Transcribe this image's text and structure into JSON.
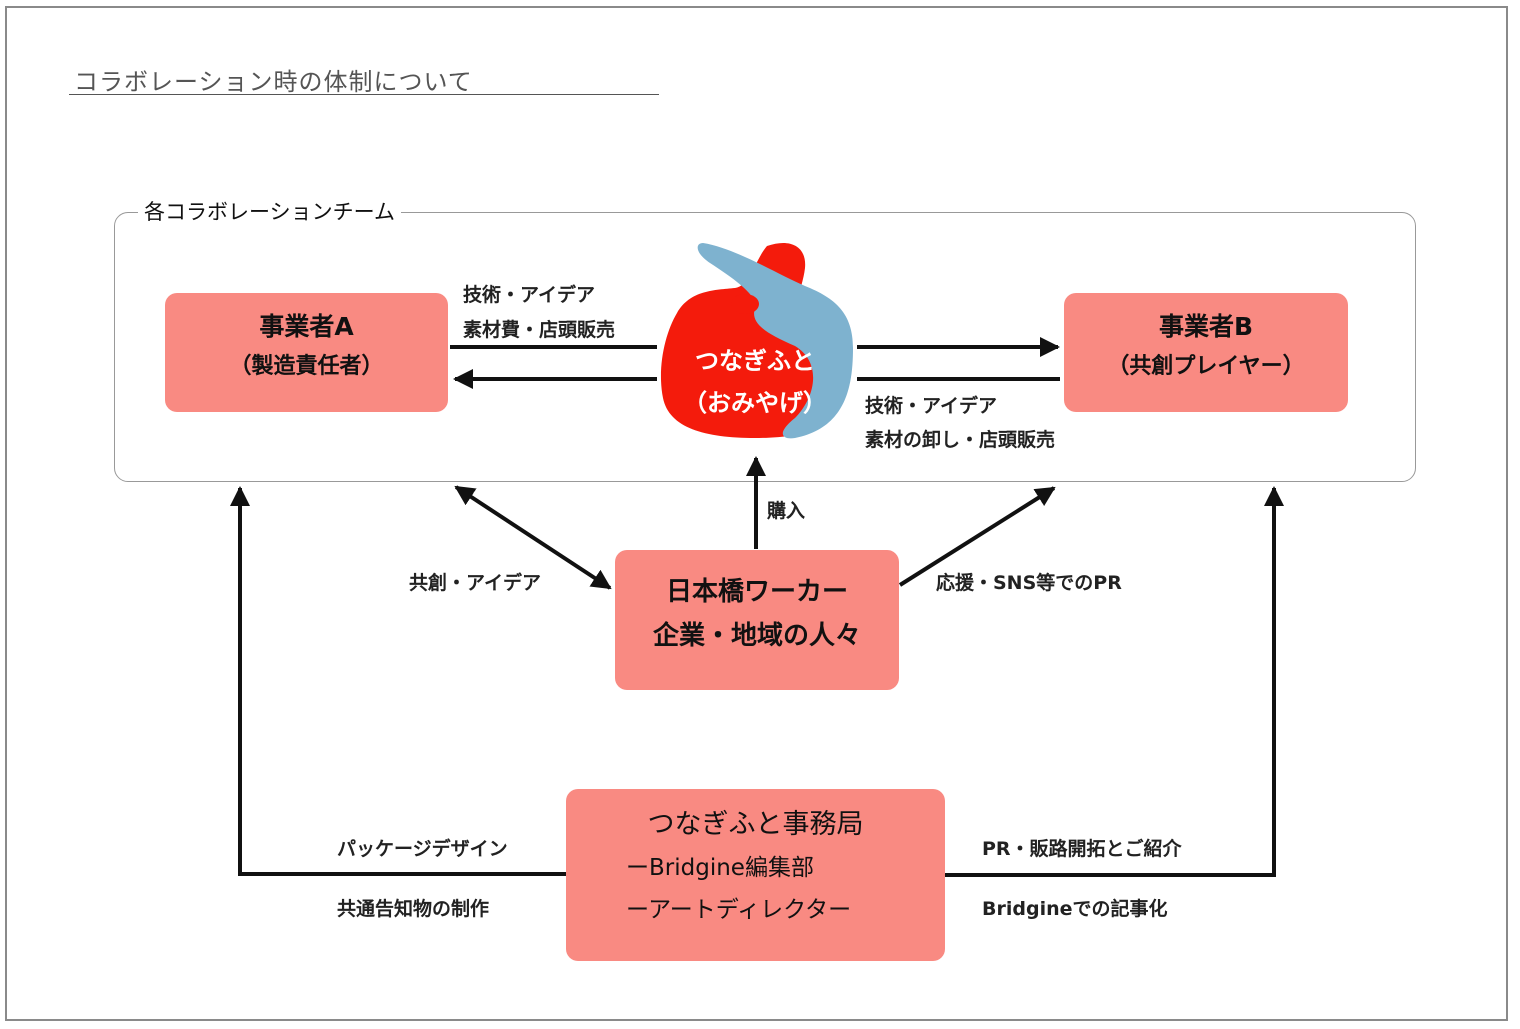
{
  "page_title": "コラボレーション時の体制について",
  "team_label": "各コラボレーションチーム",
  "business_a": {
    "name": "事業者A",
    "role": "（製造責任者）"
  },
  "business_b": {
    "name": "事業者B",
    "role": "（共創プレイヤー）"
  },
  "center": {
    "line1": "つなぎふと",
    "line2": "（おみやげ）"
  },
  "workers": {
    "line1": "日本橋ワーカー",
    "line2": "企業・地域の人々"
  },
  "office": {
    "line1": "つなぎふと事務局",
    "line2": "ーBridgine編集部",
    "line3": "ーアートディレクター"
  },
  "labels": {
    "a_tech": "技術・アイデア",
    "a_materials": "素材費・店頭販売",
    "b_tech": "技術・アイデア",
    "b_materials": "素材の卸し・店頭販売",
    "purchase": "購入",
    "cocreation": "共創・アイデア",
    "support": "応援・SNS等でのPR",
    "package": "パッケージデザイン",
    "notices": "共通告知物の制作",
    "pr_sales": "PR・販路開拓とご紹介",
    "articles": "Bridgineでの記事化"
  },
  "colors": {
    "box": "#f98a82",
    "logo_red": "#f41b0c",
    "logo_blue": "#7eb2cf",
    "arrow": "#111111"
  }
}
